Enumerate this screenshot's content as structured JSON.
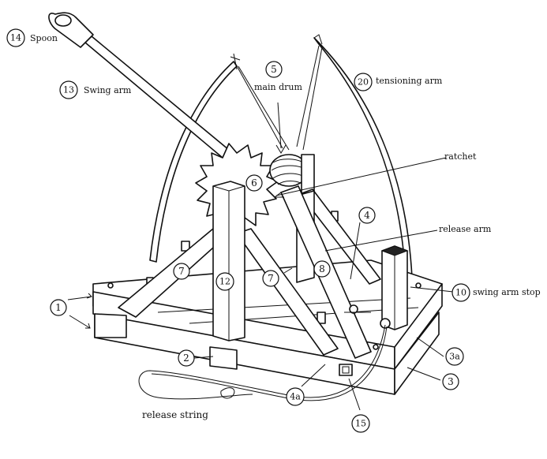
{
  "header": {
    "caption": ""
  },
  "callouts": {
    "c1": "1",
    "c2": "2",
    "c3": "3",
    "c3a": "3a",
    "c4": "4",
    "c4a": "4a",
    "c5": "5",
    "c6": "6",
    "c7a": "7",
    "c7b": "7",
    "c8": "8",
    "c10": "10",
    "c12": "12",
    "c13": "13",
    "c14": "14",
    "c15": "15",
    "c20": "20"
  },
  "labels": {
    "spoon": "Spoon",
    "swing_arm": "Swing arm",
    "main_drum": "main drum",
    "tensioning_arm": "tensioning arm",
    "ratchet": "ratchet",
    "release_arm": "release arm",
    "swing_arm_stop": "swing arm stop",
    "release_string": "release string"
  }
}
